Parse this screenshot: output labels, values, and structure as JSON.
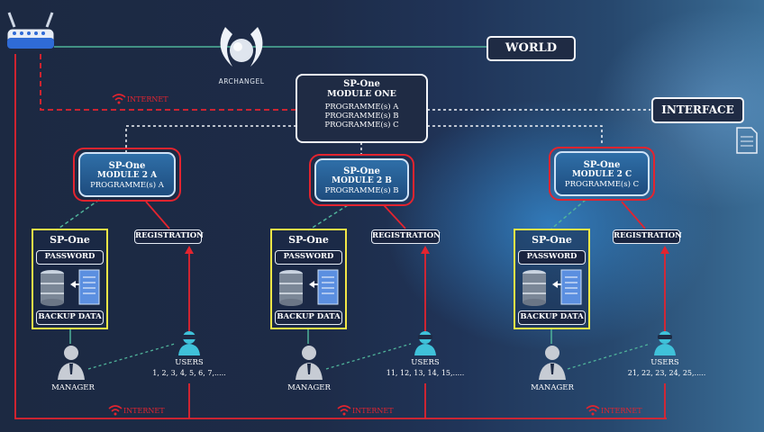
{
  "logo": {
    "name": "ARCHANGEL"
  },
  "world": "WORLD",
  "interface": "INTERFACE",
  "internet": "INTERNET",
  "module_one": {
    "title": "SP-One",
    "subtitle": "MODULE ONE",
    "programmes": [
      "PROGRAMME(s) A",
      "PROGRAMME(s) B",
      "PROGRAMME(s) C"
    ]
  },
  "modules2": [
    {
      "title": "SP-One",
      "subtitle": "MODULE 2 A",
      "programme": "PROGRAMME(s) A"
    },
    {
      "title": "SP-One",
      "subtitle": "MODULE 2 B",
      "programme": "PROGRAMME(s) B"
    },
    {
      "title": "SP-One",
      "subtitle": "MODULE 2 C",
      "programme": "PROGRAMME(s) C"
    }
  ],
  "stations": [
    {
      "brand": "SP-One",
      "password": "PASSWORD",
      "backup": "BACKUP DATA",
      "registration": "REGISTRATION",
      "manager": "MANAGER",
      "users": "USERS",
      "user_ids": "1, 2, 3, 4, 5, 6, 7,....."
    },
    {
      "brand": "SP-One",
      "password": "PASSWORD",
      "backup": "BACKUP DATA",
      "registration": "REGISTRATION",
      "manager": "MANAGER",
      "users": "USERS",
      "user_ids": "11, 12, 13, 14, 15,....."
    },
    {
      "brand": "SP-One",
      "password": "PASSWORD",
      "backup": "BACKUP DATA",
      "registration": "REGISTRATION",
      "manager": "MANAGER",
      "users": "USERS",
      "user_ids": "21, 22, 23, 24, 25,....."
    }
  ],
  "colors": {
    "internet_line": "#e3242f",
    "link_line": "#4fb39a",
    "module_border": "#e3242f",
    "station_border": "#f2e646"
  }
}
